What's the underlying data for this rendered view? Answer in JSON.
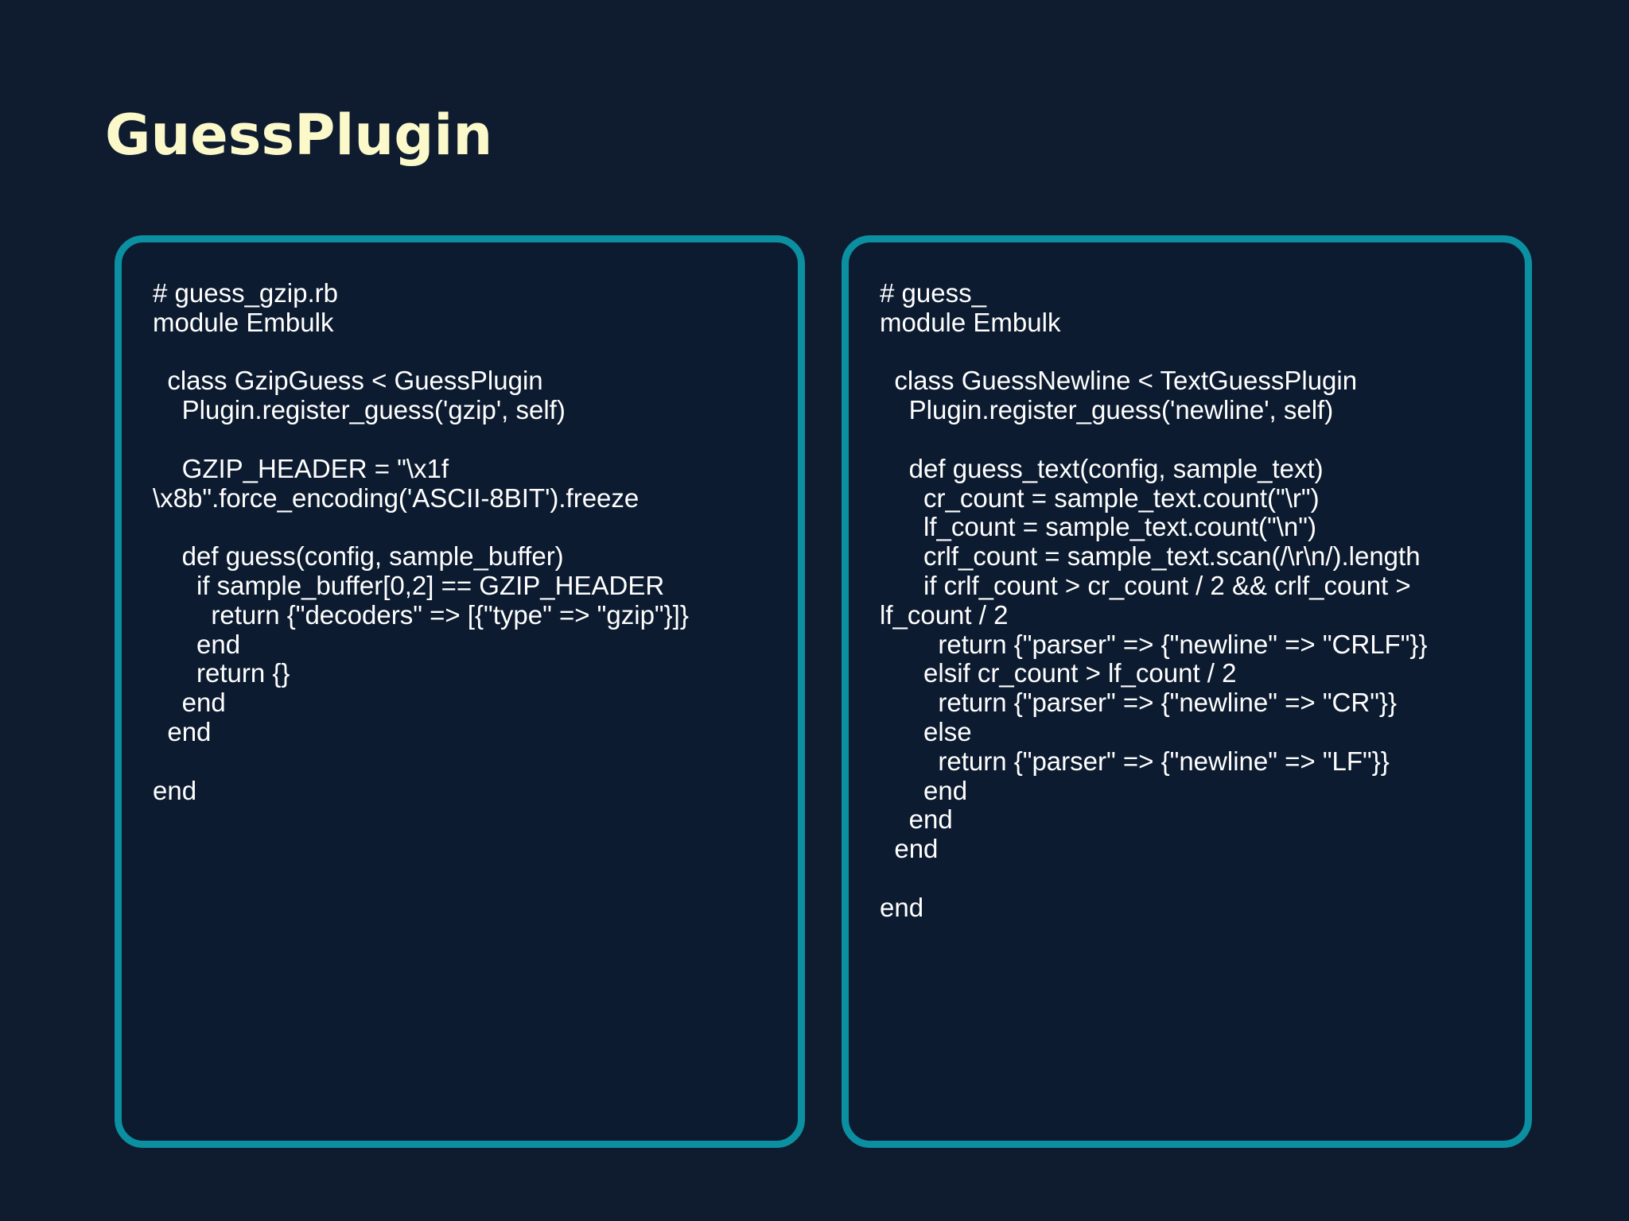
{
  "slide": {
    "title": "GuessPlugin"
  },
  "code_left": {
    "lines": [
      "# guess_gzip.rb",
      "module Embulk",
      "",
      "  class GzipGuess < GuessPlugin",
      "    Plugin.register_guess('gzip', self)",
      "",
      "    GZIP_HEADER = \"\\x1f",
      "\\x8b\".force_encoding('ASCII-8BIT').freeze",
      "",
      "    def guess(config, sample_buffer)",
      "      if sample_buffer[0,2] == GZIP_HEADER",
      "        return {\"decoders\" => [{\"type\" => \"gzip\"}]}",
      "      end",
      "      return {}",
      "    end",
      "  end",
      "",
      "end"
    ]
  },
  "code_right": {
    "lines": [
      "# guess_",
      "module Embulk",
      "",
      "  class GuessNewline < TextGuessPlugin",
      "    Plugin.register_guess('newline', self)",
      "",
      "    def guess_text(config, sample_text)",
      "      cr_count = sample_text.count(\"\\r\")",
      "      lf_count = sample_text.count(\"\\n\")",
      "      crlf_count = sample_text.scan(/\\r\\n/).length",
      "      if crlf_count > cr_count / 2 && crlf_count >",
      "lf_count / 2",
      "        return {\"parser\" => {\"newline\" => \"CRLF\"}}",
      "      elsif cr_count > lf_count / 2",
      "        return {\"parser\" => {\"newline\" => \"CR\"}}",
      "      else",
      "        return {\"parser\" => {\"newline\" => \"LF\"}}",
      "      end",
      "    end",
      "  end",
      "",
      "end"
    ]
  },
  "colors": {
    "background": "#0f1c30",
    "title": "#fbf8c9",
    "box_border": "#0b8fa1",
    "code_text": "#ffffff"
  }
}
